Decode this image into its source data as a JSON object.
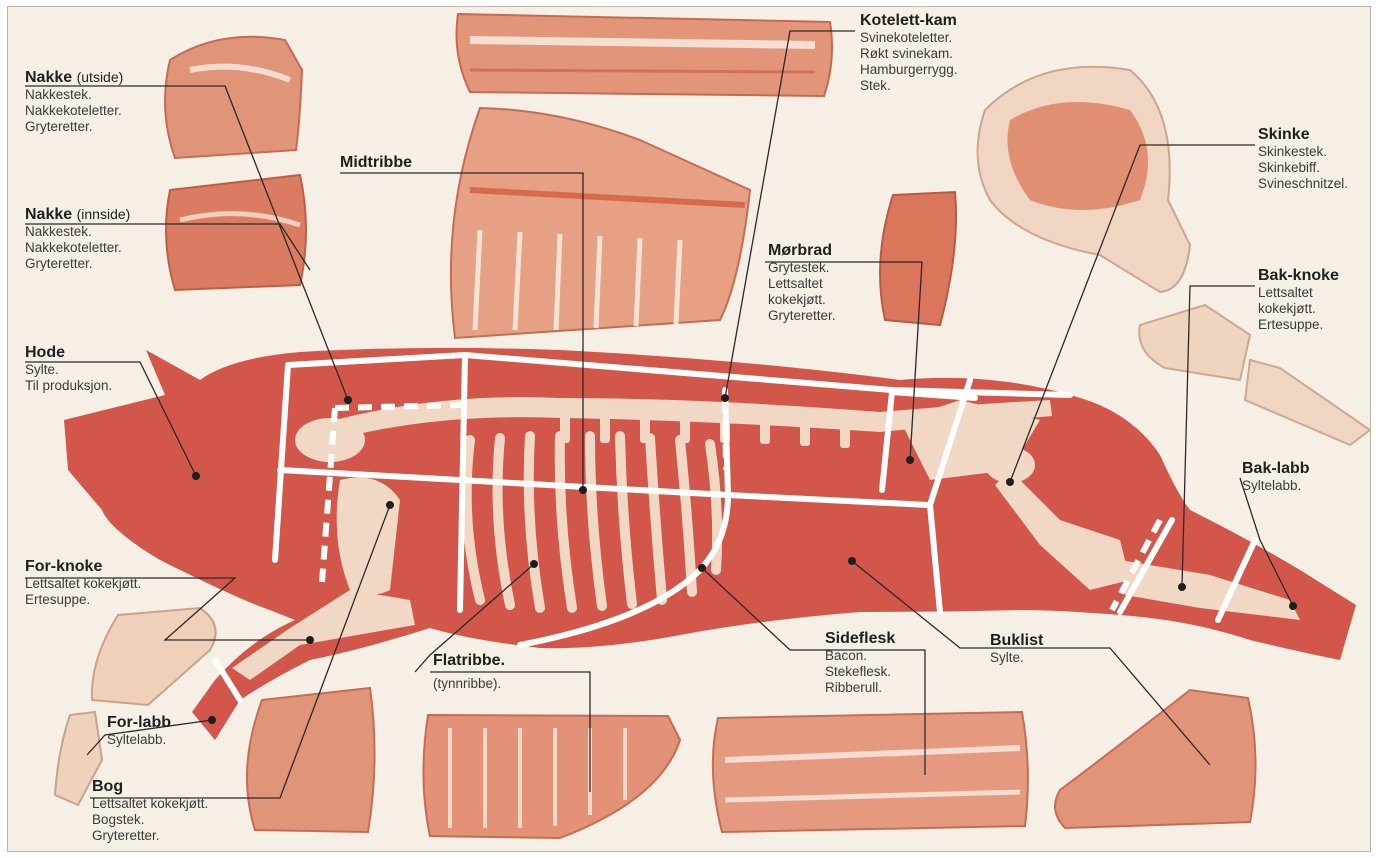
{
  "colors": {
    "background": "#f6efe6",
    "pig": "#d2574a",
    "bone": "#f1d8c4",
    "cut_line": "#ffffff",
    "meat": "#e4987d",
    "meat_dark": "#cc6f55",
    "fat": "#f4e3d6",
    "leader": "#2a2a2a"
  },
  "labels": {
    "nakke_ut": {
      "title": "Nakke",
      "qualifier": "(utside)",
      "lines": [
        "Nakkestek.",
        "Nakkekoteletter.",
        "Gryteretter."
      ]
    },
    "nakke_inn": {
      "title": "Nakke",
      "qualifier": "(innside)",
      "lines": [
        "Nakkestek.",
        "Nakkekoteletter.",
        "Gryteretter."
      ]
    },
    "hode": {
      "title": "Hode",
      "lines": [
        "Sylte.",
        "Til produksjon."
      ]
    },
    "midtribbe": {
      "title": "Midtribbe"
    },
    "kotelett": {
      "title": "Kotelett-kam",
      "lines": [
        "Svinekoteletter.",
        "Røkt svinekam.",
        "Hamburgerrygg.",
        "Stek."
      ]
    },
    "morbrad": {
      "title": "Mørbrad",
      "lines": [
        "Grytestek.",
        "Lettsaltet",
        "kokekjøtt.",
        "Gryteretter."
      ]
    },
    "skinke": {
      "title": "Skinke",
      "lines": [
        "Skinkestek.",
        "Skinkebiff.",
        "Svineschnitzel."
      ]
    },
    "bakknoke": {
      "title": "Bak-knoke",
      "lines": [
        "Lettsaltet",
        "kokekjøtt.",
        "Ertesuppe."
      ]
    },
    "baklabb": {
      "title": "Bak-labb",
      "lines": [
        "Syltelabb."
      ]
    },
    "forknoke": {
      "title": "For-knoke",
      "lines": [
        "Lettsaltet kokekjøtt.",
        "Ertesuppe."
      ]
    },
    "forlabb": {
      "title": "For-labb",
      "lines": [
        "Syltelabb."
      ]
    },
    "bog": {
      "title": "Bog",
      "lines": [
        "Lettsaltet kokekjøtt.",
        "Bogstek.",
        "Gryteretter."
      ]
    },
    "flatribbe": {
      "title": "Flatribbe.",
      "lines": [
        "(tynnribbe)."
      ]
    },
    "sideflesk": {
      "title": "Sideflesk",
      "lines": [
        "Bacon.",
        "Stekeflesk.",
        "Ribberull."
      ]
    },
    "buklist": {
      "title": "Buklist",
      "lines": [
        "Sylte."
      ]
    }
  }
}
